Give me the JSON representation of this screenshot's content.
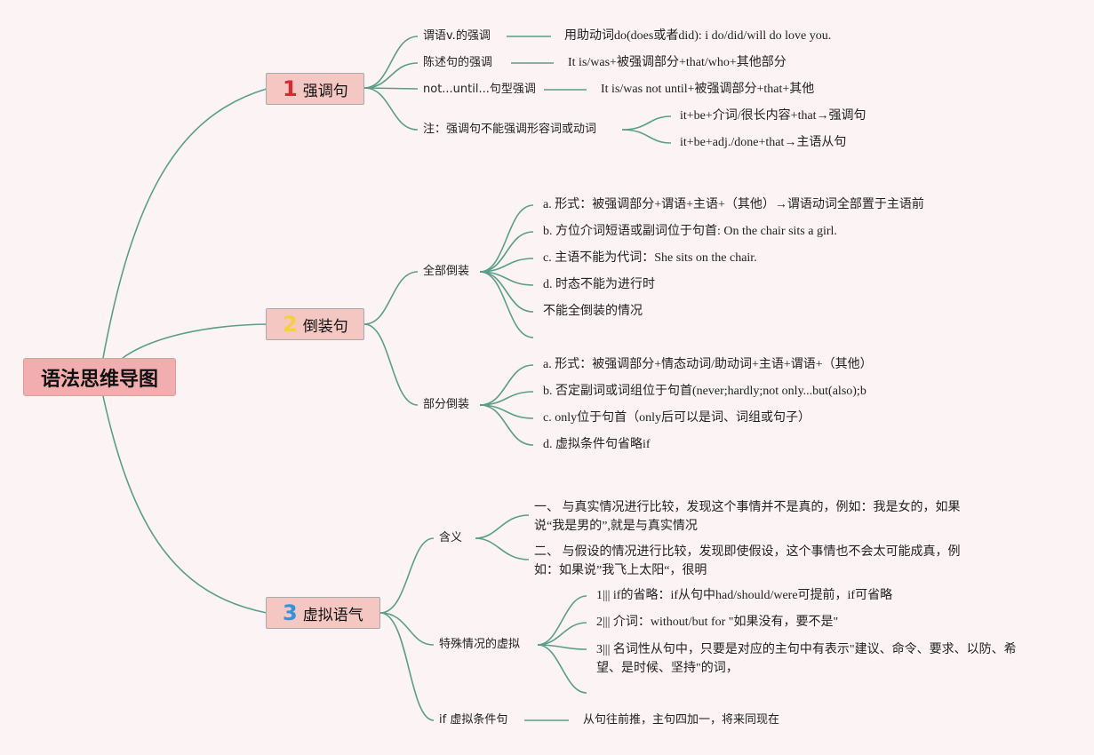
{
  "title": "语法思维导图",
  "topics": [
    {
      "num": "1",
      "label": "强调句",
      "color": "#e0262f"
    },
    {
      "num": "2",
      "label": "倒装句",
      "color": "#f5cf3c"
    },
    {
      "num": "3",
      "label": "虚拟语气",
      "color": "#2f93dd"
    }
  ],
  "emphasis": {
    "b1": "谓语v.的强调",
    "b1_detail": "用助动词do(does或者did): i do/did/will do love you.",
    "b2": "陈述句的强调",
    "b2_detail": "It is/was+被强调部分+that/who+其他部分",
    "b3": "not...until...句型强调",
    "b3_detail": "It is/was not until+被强调部分+that+其他",
    "b4": "注：强调句不能强调形容词或动词",
    "b4_sub1": "it+be+介词/很长内容+that→强调句",
    "b4_sub2": "it+be+adj./done+that→主语从句"
  },
  "inversion": {
    "full": "全部倒装",
    "full_items": [
      "a. 形式：被强调部分+谓语+主语+（其他）→谓语动词全部置于主语前",
      "b. 方位介词短语或副词位于句首: On the chair sits a girl.",
      "c. 主语不能为代词：She sits on the chair.",
      "d. 时态不能为进行时",
      "不能全倒装的情况"
    ],
    "partial": "部分倒装",
    "partial_items": [
      "a. 形式：被强调部分+情态动词/助动词+主语+谓语+（其他）",
      "b. 否定副词或词组位于句首(never;hardly;not only...but(also);b",
      "c. only位于句首（only后可以是词、词组或句子）",
      "d. 虚拟条件句省略if"
    ]
  },
  "subjunctive": {
    "meaning": "含义",
    "meaning_items": [
      "一、 与真实情况进行比较，发现这个事情并不是真的，例如：我是女的，如果说“我是男的”,就是与真实情况",
      "二、 与假设的情况进行比较，发现即使假设，这个事情也不会太可能成真，例如：如果说”我飞上太阳“，很明"
    ],
    "special": "特殊情况的虚拟",
    "special_items": [
      "1||| if的省略：if从句中had/should/were可提前，if可省略",
      "2||| 介词：without/but for \"如果没有，要不是\"",
      "3||| 名词性从句中，只要是对应的主句中有表示\"建议、命令、要求、以防、希望、是时候、坚持\"的词，"
    ],
    "ifclause": "if 虚拟条件句",
    "ifclause_detail": "从句往前推，主句四加一，将来同现在"
  }
}
